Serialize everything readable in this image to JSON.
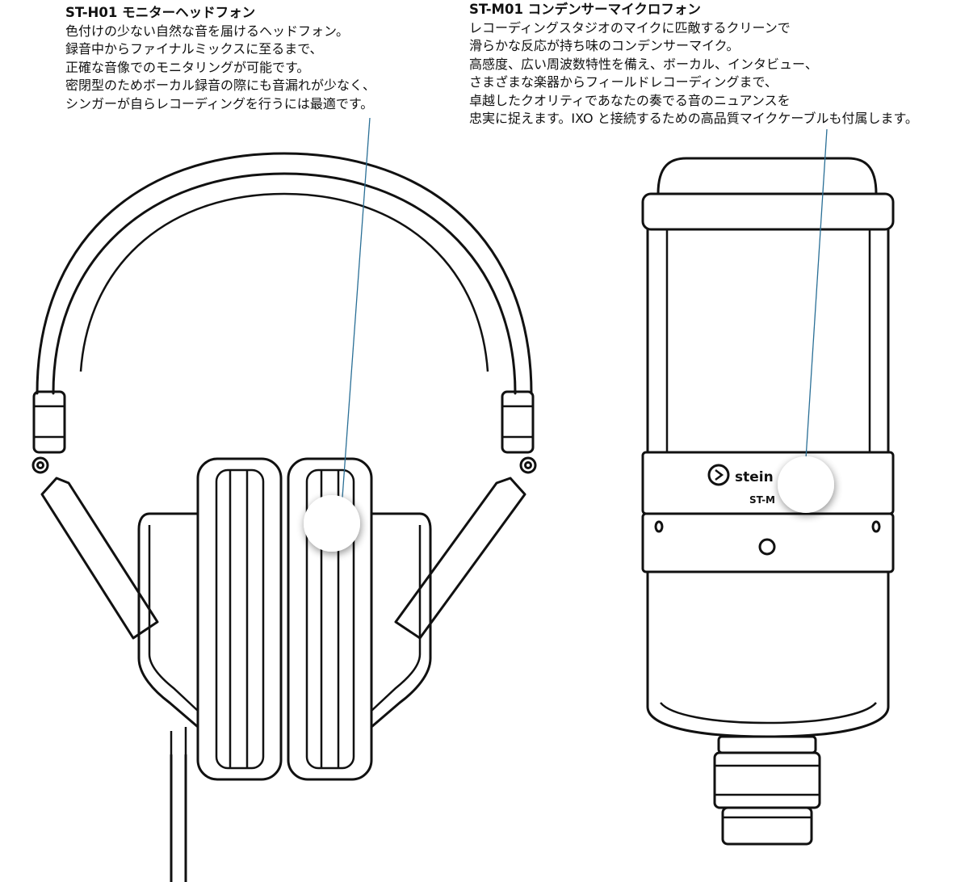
{
  "headphones": {
    "title": "ST-H01 モニターヘッドフォン",
    "lines": [
      "色付けの少ない自然な音を届けるヘッドフォン。",
      "録音中からファイナルミックスに至るまで、",
      "正確な音像でのモニタリングが可能です。",
      "密閉型のためボーカル録音の際にも音漏れが少なく、",
      "シンガーが自らレコーディングを行うには最適です。"
    ]
  },
  "microphone": {
    "title": "ST-M01 コンデンサーマイクロフォン",
    "lines": [
      "レコーディングスタジオのマイクに匹敵するクリーンで",
      "滑らかな反応が持ち味のコンデンサーマイク。",
      "高感度、広い周波数特性を備え、ボーカル、インタビュー、",
      "さまざまな楽器からフィールドレコーディングまで、",
      "卓越したクオリティであなたの奏でる音のニュアンスを",
      "忠実に捉えます。IXO と接続するための高品質マイクケーブルも付属します。"
    ],
    "logo_text": "stein",
    "model_text": "ST-M"
  },
  "colors": {
    "leader_line": "#2a6f96",
    "outline": "#111111"
  }
}
